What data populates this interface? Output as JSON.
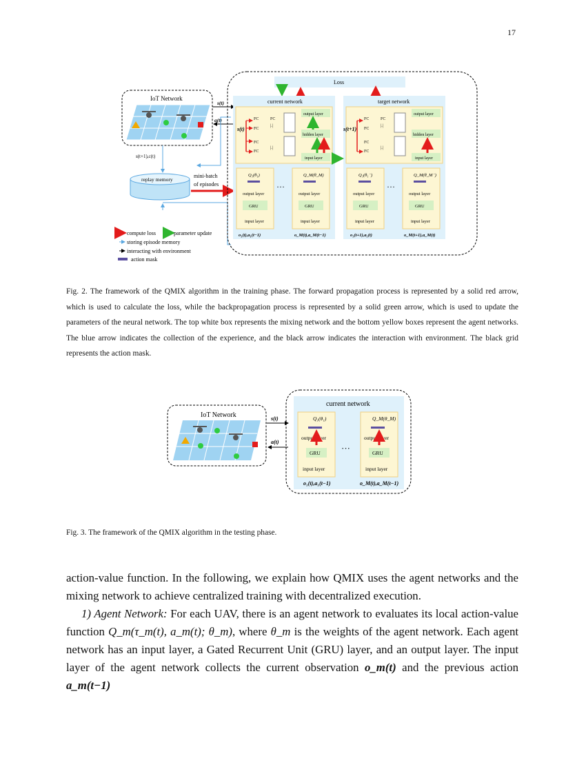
{
  "page_number": "17",
  "fig2": {
    "iot_title": "IoT Network",
    "loss": "Loss",
    "current_network": "current network",
    "target_network": "target network",
    "output_layer": "output layer",
    "hidden_layer": "hidden layer",
    "input_layer": "input layer",
    "fc": "FC",
    "gru": "GRU",
    "abs": "|.|",
    "replay_memory": "replay memory",
    "mini_batch": [
      "mini-batch",
      "of episodes"
    ],
    "st_label": "s(t)",
    "at_label": "a(t)",
    "st1_ct": "s(t+1),c(t)",
    "st1": "s(t+1)",
    "ellipsis": "···",
    "agent_inputs": [
      "o₁(t),a₁(t−1)",
      "o_M(t),a_M(t−1)",
      "o₁(t+1),a₁(t)",
      "o_M(t+1),a_M(t)"
    ],
    "q_labels": [
      "Q₁(θ₁)",
      "Q_M(θ_M)",
      "Q₁(θ₁⁻)",
      "Q_M(θ_M⁻)"
    ],
    "legend": [
      "compute loss",
      "parameter update",
      "storing episode memory",
      "interacting with environment",
      "action mask"
    ],
    "caption": "Fig. 2.  The framework of the QMIX algorithm in the training phase. The forward propagation process is represented by a solid red arrow, which is used to calculate the loss, while the backpropagation process is represented by a solid green arrow, which is used to update the parameters of the neural network. The top white box represents the mixing network and the bottom yellow boxes represent the agent networks. The blue arrow indicates the collection of the experience, and the black arrow indicates the interaction with environment. The black grid represents the action mask."
  },
  "fig3": {
    "iot_title": "IoT Network",
    "current_network": "current network",
    "output_layer": "output layer",
    "input_layer": "input layer",
    "gru": "GRU",
    "st_label": "s(t)",
    "at_label": "a(t)",
    "q_labels": [
      "Q₁(θ₁)",
      "Q_M(θ_M)"
    ],
    "agent_inputs": [
      "o₁(t),a₁(t−1)",
      "o_M(t),a_M(t−1)"
    ],
    "ellipsis": "···",
    "caption": "Fig. 3.  The framework of the QMIX algorithm in the testing phase."
  },
  "body": {
    "p1": "action-value function. In the following, we explain how QMIX uses the agent networks and the mixing network to achieve centralized training with decentralized execution.",
    "p2_heading": "1) Agent Network:",
    "p2_a": " For each UAV, there is an agent network to evaluates its local action-value function ",
    "p2_q": "Q_m(τ_m(t), a_m(t); θ_m)",
    "p2_b": ", where ",
    "p2_theta": "θ_m",
    "p2_c": " is the weights of the agent network. Each agent network has an input layer, a Gated Recurrent Unit (GRU) layer, and an output layer. The input layer of the agent network collects the current observation ",
    "p2_o": "o_m(t)",
    "p2_d": " and the previous action ",
    "p2_a2": "a_m(t−1)"
  },
  "colors": {
    "panel": "#dff1fb",
    "yellow": "#fdf6d3",
    "green": "#d6f0c4",
    "red": "#e31b1b",
    "greenArrow": "#2fb52f",
    "blue": "#5aa7e0",
    "gridBlue": "#9fd3f2"
  }
}
